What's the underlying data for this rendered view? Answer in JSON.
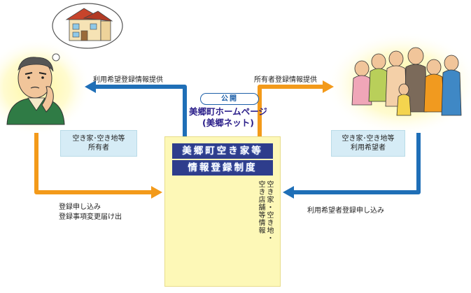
{
  "diagram": {
    "left_flow_top_label": "利用希望登録情報提供",
    "right_flow_top_label": "所有者登録情報提供",
    "public_label": "公開",
    "homepage_title_line1": "美郷町ホームページ",
    "homepage_title_line2": "(美郷ネット)",
    "owner_box_line1": "空き家･空き地等",
    "owner_box_line2": "所有者",
    "user_box_line1": "空き家･空き地等",
    "user_box_line2": "利用希望者",
    "system_title_line1": "美郷町空き家等",
    "system_title_line2": "情報登録制度",
    "vertical_label_col1": "空き家・空き地・",
    "vertical_label_col2": "空き店舗等情報",
    "left_bottom_label_line1": "登録申し込み",
    "left_bottom_label_line2": "登録事項変更届け出",
    "right_bottom_label": "利用希望者登録申し込み"
  },
  "colors": {
    "blue_arrow": "#1f6fb7",
    "orange_arrow": "#f39a1a",
    "role_box": "#d6ecf6",
    "center_panel": "#fdf8b7",
    "system_title_bg": "#2e3d8c",
    "homepage_title": "#2b1f8a"
  }
}
